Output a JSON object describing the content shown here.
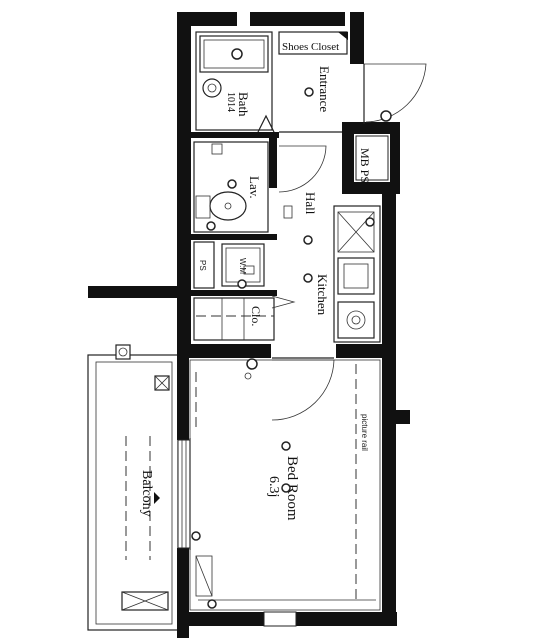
{
  "rooms": {
    "shoes_closet": "Shoes Closet",
    "entrance": "Entrance",
    "bath": "Bath",
    "bath_size": "1014",
    "lav": "Lav.",
    "hall": "Hall",
    "kitchen": "Kitchen",
    "mb_ps": "MB PS",
    "ps": "PS",
    "wm": "W.M",
    "clo": "Clo.",
    "bedroom": "Bed Room",
    "bedroom_size": "6.3j",
    "balcony": "Balcony"
  },
  "annotations": {
    "picture_rail": "picture rail"
  },
  "colors": {
    "wall": "#111111",
    "line": "#222222",
    "background": "#ffffff"
  }
}
